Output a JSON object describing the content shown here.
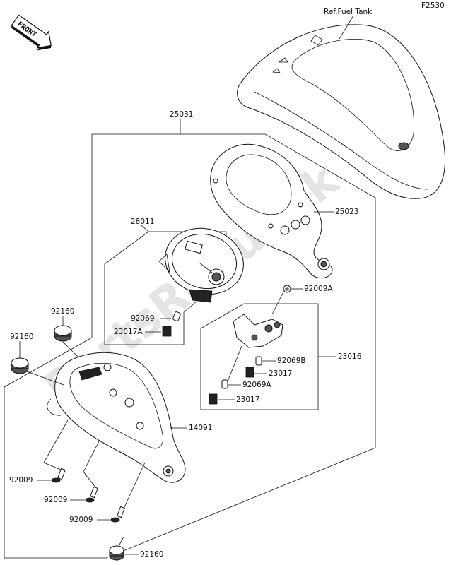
{
  "diagram": {
    "figure_code": "F2530",
    "front_indicator": "FRONT",
    "ref_label": "Ref.Fuel Tank",
    "watermark": "PartsRepublik",
    "callouts": {
      "p25031": "25031",
      "p25023": "25023",
      "p28011": "28011",
      "p92069": "92069",
      "p23017A": "23017A",
      "p92009A": "92009A",
      "p23016": "23016",
      "p92069B": "92069B",
      "p23017_a": "23017",
      "p92069A": "92069A",
      "p23017_b": "23017",
      "p14091": "14091",
      "p92160_a": "92160",
      "p92160_b": "92160",
      "p92009_a": "92009",
      "p92009_b": "92009",
      "p92009_c": "92009",
      "p92160_c": "92160"
    }
  }
}
